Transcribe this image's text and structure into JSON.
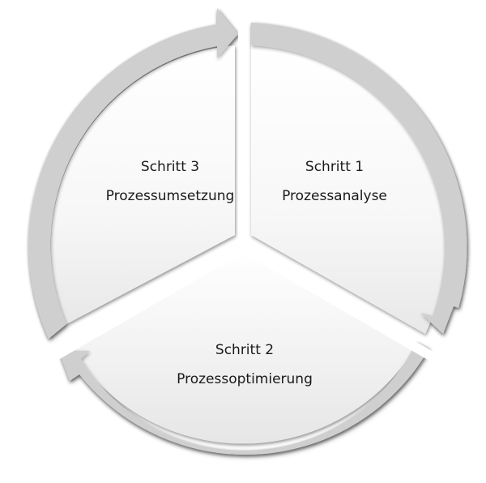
{
  "diagram": {
    "type": "cycle",
    "colors": {
      "arrow": "#cfcfcf",
      "arrow_shadow": "#a8a8a8",
      "sector_top": "#ffffff",
      "sector_bottom": "#ececec",
      "text": "#1a1a1a"
    },
    "steps": [
      {
        "id": "step-1",
        "title": "Schritt 1",
        "subtitle": "Prozessanalyse"
      },
      {
        "id": "step-2",
        "title": "Schritt 2",
        "subtitle": "Prozessoptimierung"
      },
      {
        "id": "step-3",
        "title": "Schritt 3",
        "subtitle": "Prozessumsetzung"
      }
    ]
  }
}
